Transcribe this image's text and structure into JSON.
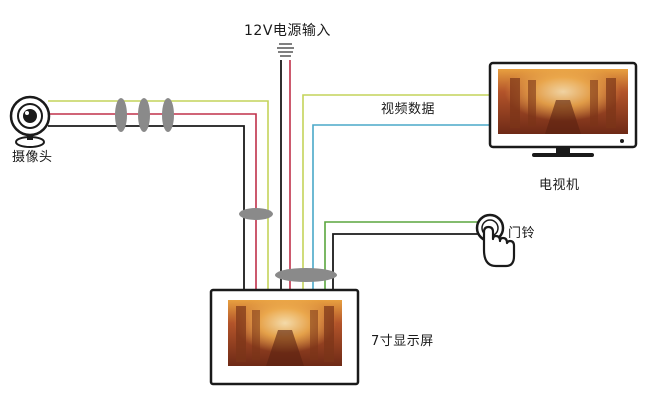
{
  "labels": {
    "power_input": "12V电源输入",
    "camera": "摄像头",
    "video_data": "视频数据",
    "tv": "电视机",
    "doorbell": "门铃",
    "display_7inch": "7寸显示屏"
  },
  "colors": {
    "wire_black": "#1a1a1a",
    "wire_red": "#c0304a",
    "wire_yellow": "#c4d45a",
    "wire_green": "#5aa63e",
    "wire_blue": "#4aa8c8",
    "connector_gray": "#8a8a8a",
    "screen_frame": "#1a1a1a",
    "screen_bezel": "#ffffff",
    "screen_image_warm": "#a0481e",
    "screen_image_light": "#f0c070"
  },
  "icons": {
    "camera": "webcam-icon",
    "doorbell": "finger-press-button-icon",
    "tv": "monitor-icon",
    "display": "indoor-monitor-icon",
    "power": "power-plug-icon"
  }
}
